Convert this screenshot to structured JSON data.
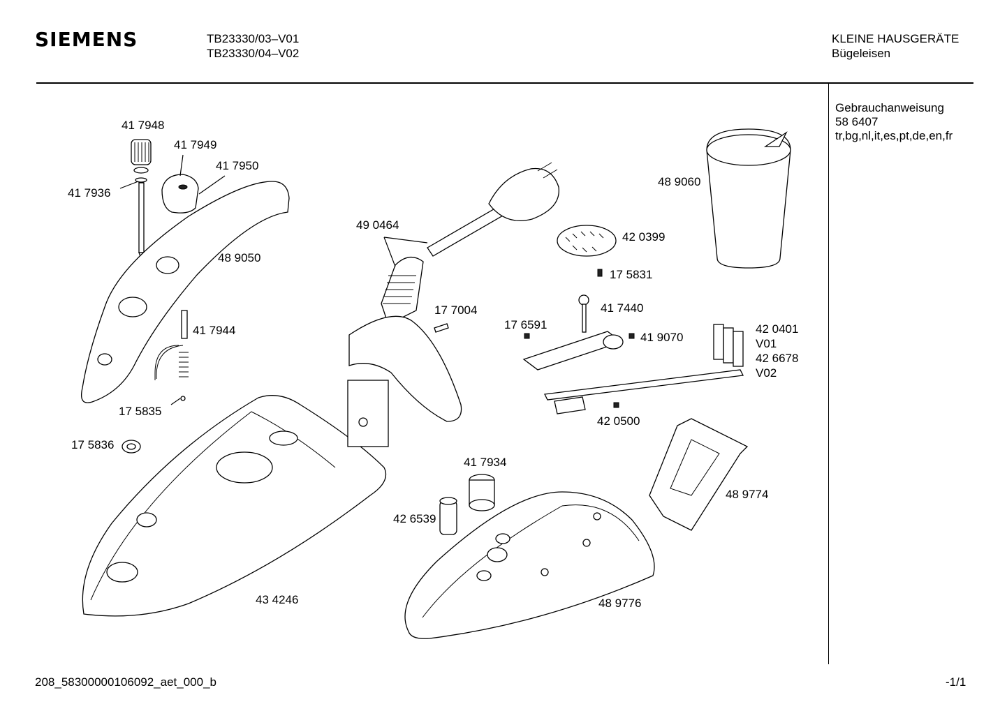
{
  "header": {
    "brand": "SIEMENS",
    "models": [
      "TB23330/03–V01",
      "TB23330/04–V02"
    ],
    "category": "KLEINE HAUSGERÄTE",
    "product": "Bügeleisen"
  },
  "document": {
    "title": "Gebrauchanweisung",
    "number": "58 6407",
    "languages": "tr,bg,nl,it,es,pt,de,en,fr"
  },
  "parts": {
    "p417948": "41 7948",
    "p417949": "41 7949",
    "p417950": "41 7950",
    "p417936": "41 7936",
    "p489050": "48 9050",
    "p417944": "41 7944",
    "p175835": "17 5835",
    "p175836": "17 5836",
    "p434246": "43 4246",
    "p490464": "49 0464",
    "p177004": "17 7004",
    "p417934": "41 7934",
    "p426539": "42 6539",
    "p489776": "48 9776",
    "p489060": "48 9060",
    "p420399": "42 0399",
    "p175831": "17 5831",
    "p417440": "41 7440",
    "p176591": "17 6591",
    "p419070": "41 9070",
    "p420401": "42 0401",
    "v01": "V01",
    "p426678": "42 6678",
    "v02": "V02",
    "p420500": "42 0500",
    "p489774": "48 9774"
  },
  "footer": {
    "code": "208_58300000106092_aet_000_b",
    "page": "-1/1"
  }
}
